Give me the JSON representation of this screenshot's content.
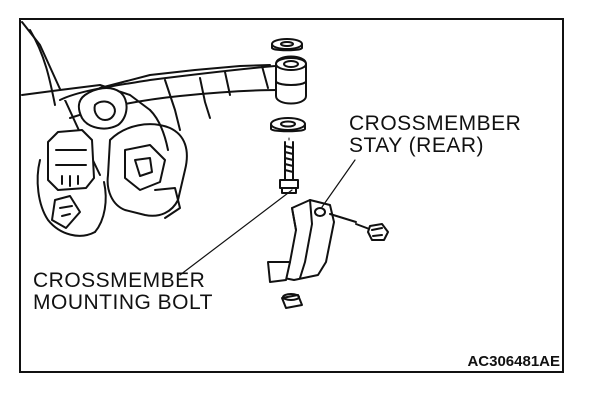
{
  "diagram": {
    "labels": {
      "stay_line1": "CROSSMEMBER",
      "stay_line2": "STAY (REAR)",
      "bolt_line1": "CROSSMEMBER",
      "bolt_line2": "MOUNTING BOLT"
    },
    "figure_code": "AC306481AE"
  }
}
